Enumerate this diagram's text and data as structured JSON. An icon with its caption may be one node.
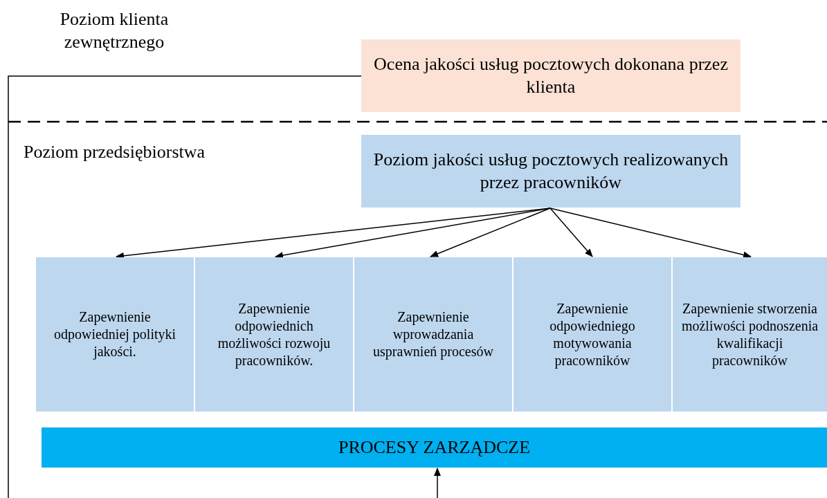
{
  "diagram": {
    "nodes": [
      {
        "text": [
          "Ocena jakości usług pocztowych dokonana przez klienta"
        ]
      },
      {
        "text": [
          "Poziom jakości usług pocztowych realizowanych przez pracowników"
        ]
      },
      {
        "text": [
          "Zapewnienie odpowiedniej polityki jakości."
        ]
      },
      {
        "text": [
          "Zapewnienie odpowiednich możliwości rozwoju pracowników."
        ]
      },
      {
        "text": [
          "Zapewnienie wprowadzania usprawnień procesów"
        ]
      },
      {
        "text": [
          "Zapewnienie odpowiedniego motywowania pracowników"
        ]
      },
      {
        "text": [
          "Zapewnienie stworzenia możliwości podnoszenia kwalifikacji pracowników"
        ]
      },
      {
        "text": [
          "PROCESY ZARZĄDCZE"
        ]
      }
    ],
    "edges": [
      {
        "from": 1,
        "to": 2,
        "arrow": "to"
      },
      {
        "from": 1,
        "to": 3,
        "arrow": "to"
      },
      {
        "from": 1,
        "to": 4,
        "arrow": "to"
      },
      {
        "from": 1,
        "to": 5,
        "arrow": "to"
      },
      {
        "from": 1,
        "to": 6,
        "arrow": "to"
      },
      {
        "from": 0,
        "to": null,
        "arrow": "none"
      },
      {
        "from": null,
        "to": 7,
        "arrow": "to"
      }
    ],
    "labels": [
      "Poziom klienta zewnętrznego",
      "Poziom przedsiębiorstwa"
    ]
  }
}
